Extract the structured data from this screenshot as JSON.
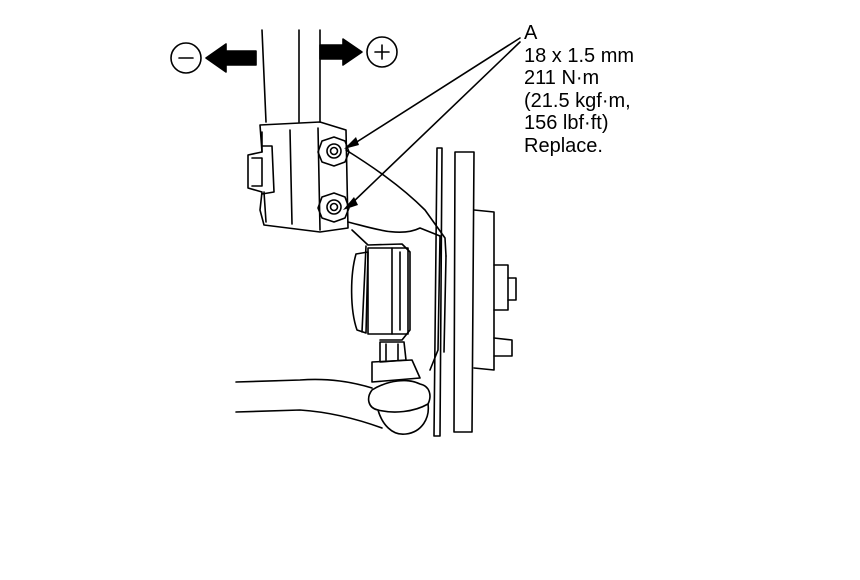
{
  "callout": {
    "letter": "A",
    "size": "18 x 1.5 mm",
    "torque_nm": "211 N·m",
    "torque_kgfm": "(21.5 kgf·m,",
    "torque_lbfft": "156 lbf·ft)",
    "note": "Replace."
  },
  "icons": {
    "minus": "circled-minus-icon",
    "plus": "circled-plus-icon"
  },
  "colors": {
    "line": "#000000",
    "background": "#ffffff"
  }
}
